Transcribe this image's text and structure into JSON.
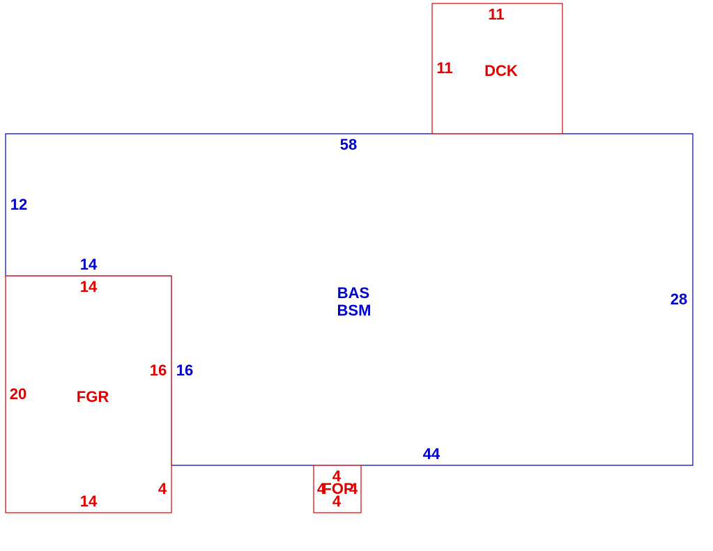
{
  "colors": {
    "main_outline": "#0000cc",
    "addition_outline": "#dd0000",
    "background": "#ffffff"
  },
  "areas": {
    "main": {
      "codes": [
        "BAS",
        "BSM"
      ],
      "dimensions": {
        "top": "58",
        "left": "12",
        "step_top": "14",
        "step_side": "16",
        "right": "28",
        "bottom": "44"
      }
    },
    "deck": {
      "code": "DCK",
      "dimensions": {
        "top": "11",
        "left": "11"
      }
    },
    "garage": {
      "code": "FGR",
      "dimensions": {
        "top": "14",
        "left": "20",
        "right_upper": "16",
        "right_lower": "4",
        "bottom": "14"
      }
    },
    "porch": {
      "code": "FOP",
      "dimensions": {
        "top": "4",
        "left": "4",
        "right": "4",
        "bottom": "4"
      }
    }
  }
}
